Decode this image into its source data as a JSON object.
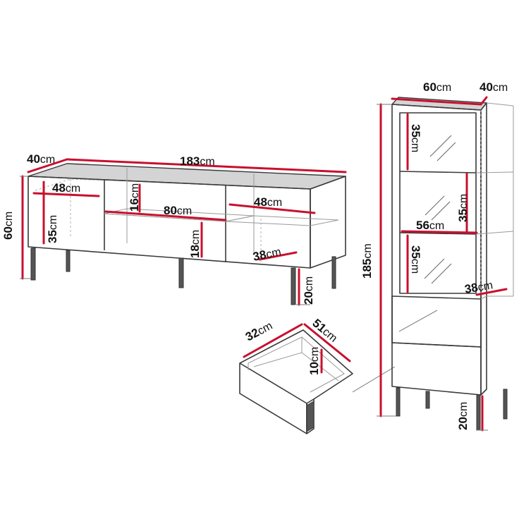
{
  "labels": {
    "tv_depth": {
      "n": "40",
      "u": "cm"
    },
    "tv_length": {
      "n": "183",
      "u": "cm"
    },
    "tv_height": {
      "n": "60",
      "u": "cm"
    },
    "tv_left_w": {
      "n": "48",
      "u": "cm"
    },
    "tv_left_h": {
      "n": "35",
      "u": "cm"
    },
    "tv_mid_top_h": {
      "n": "16",
      "u": "cm"
    },
    "tv_mid_w": {
      "n": "80",
      "u": "cm"
    },
    "tv_mid_bot_h": {
      "n": "18",
      "u": "cm"
    },
    "tv_right_w": {
      "n": "48",
      "u": "cm"
    },
    "tv_right_d": {
      "n": "38",
      "u": "cm"
    },
    "tv_leg_h": {
      "n": "20",
      "u": "cm"
    },
    "drawer_w": {
      "n": "32",
      "u": "cm"
    },
    "drawer_d": {
      "n": "51",
      "u": "cm"
    },
    "drawer_h": {
      "n": "10",
      "u": "cm"
    },
    "vit_width": {
      "n": "60",
      "u": "cm"
    },
    "vit_depth": {
      "n": "40",
      "u": "cm"
    },
    "vit_height": {
      "n": "185",
      "u": "cm"
    },
    "vit_shelf1_h": {
      "n": "35",
      "u": "cm"
    },
    "vit_shelf2_h": {
      "n": "35",
      "u": "cm"
    },
    "vit_shelf3_h": {
      "n": "35",
      "u": "cm"
    },
    "vit_inner_w": {
      "n": "56",
      "u": "cm"
    },
    "vit_inner_d": {
      "n": "38",
      "u": "cm"
    },
    "vit_leg_h": {
      "n": "20",
      "u": "cm"
    }
  }
}
